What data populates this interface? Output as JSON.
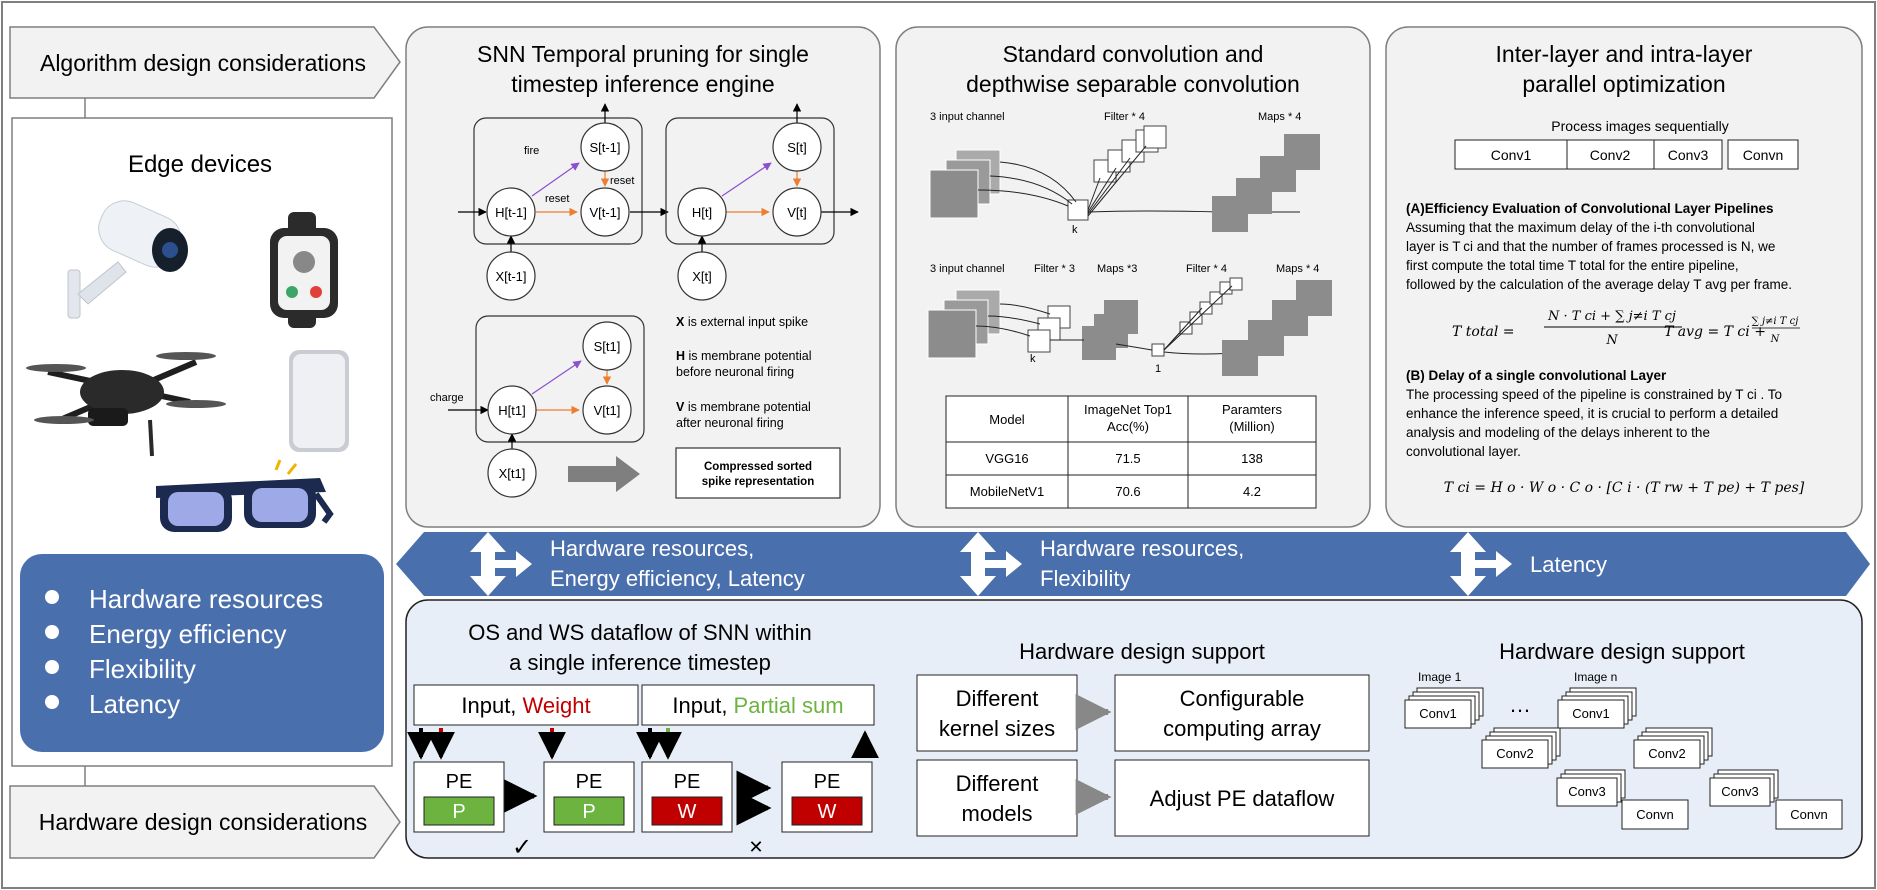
{
  "tags": {
    "algorithm": "Algorithm design considerations",
    "hardware": "Hardware design considerations"
  },
  "edge": {
    "title": "Edge devices",
    "bullets": [
      "Hardware resources",
      "Energy efficiency",
      "Flexibility",
      "Latency"
    ]
  },
  "snn": {
    "title_line1": "SNN Temporal pruning for single",
    "title_line2": "timestep inference engine",
    "nodes": {
      "s_prev": "S[t-1]",
      "h_prev": "H[t-1]",
      "v_prev": "V[t-1]",
      "x_prev": "X[t-1]",
      "s_t": "S[t]",
      "h_t": "H[t]",
      "v_t": "V[t]",
      "x_t": "X[t]",
      "s_1": "S[t1]",
      "h_1": "H[t1]",
      "v_1": "V[t1]",
      "x_1": "X[t1]"
    },
    "edge_labels": {
      "fire": "fire",
      "reset1": "reset",
      "reset2": "reset",
      "charge": "charge"
    },
    "legend": {
      "x_key": "X",
      "x_text": " is external input spike",
      "h_key": "H",
      "h_text1": " is membrane potential",
      "h_text2": "before neuronal firing",
      "v_key": "V",
      "v_text1": " is membrane potential",
      "v_text2": "after neuronal firing"
    },
    "compressed_line1": "Compressed sorted",
    "compressed_line2": "spike representation"
  },
  "conv": {
    "title_line1": "Standard convolution and",
    "title_line2": "depthwise separable convolution",
    "top_labels": {
      "input": "3 input channel",
      "filter": "Filter * 4",
      "maps": "Maps * 4",
      "k": "k"
    },
    "bottom_labels": {
      "input": "3 input channel",
      "filter3": "Filter * 3",
      "maps3": "Maps *3",
      "filter4": "Filter * 4",
      "maps4": "Maps * 4",
      "k": "k",
      "one": "1"
    },
    "table": {
      "headers": [
        "Model",
        "ImageNet Top1\nAcc(%)",
        "Paramters\n(Million)"
      ],
      "rows": [
        [
          "VGG16",
          "71.5",
          "138"
        ],
        [
          "MobileNetV1",
          "70.6",
          "4.2"
        ]
      ]
    }
  },
  "parallel": {
    "title_line1": "Inter-layer and intra-layer",
    "title_line2": "parallel optimization",
    "seq_title": "Process images sequentially",
    "seq_boxes": [
      "Conv1",
      "Conv2",
      "Conv3",
      "Convn"
    ],
    "a_title": "(A)Efficiency Evaluation of Convolutional Layer Pipelines",
    "a_lines": [
      "Assuming that the maximum delay of the i-th convolutional",
      "layer is T ci and that the number of frames processed is  N, we",
      "first compute the total time T total for the entire pipeline,",
      "followed by the calculation of the average delay T avg per frame."
    ],
    "formula_total": "T total =",
    "formula_total_num": "N · T ci + ∑ j≠i T cj",
    "formula_total_den": "N",
    "formula_avg": "T avg = T ci +",
    "formula_avg_num": "∑ j≠i T cj",
    "formula_avg_den": "N",
    "b_title": "(B) Delay of a single convolutional Layer",
    "b_lines": [
      "The processing speed of the pipeline is constrained by T ci . To",
      "enhance the inference speed, it is crucial to perform a detailed",
      "analysis and modeling of the delays inherent to the",
      "convolutional layer."
    ],
    "formula_ci": "T ci = H o · W o · C o · [C i · (T rw + T pe) + T pes]"
  },
  "band": {
    "item1_line1": "Hardware resources,",
    "item1_line2": "Energy efficiency, Latency",
    "item2_line1": "Hardware resources,",
    "item2_line2": "Flexibility",
    "item3": "Latency"
  },
  "dataflow": {
    "title_line1": "OS and WS dataflow of SNN within",
    "title_line2": "a single inference timestep",
    "box1_prefix": "Input, ",
    "box1_highlight": "Weight",
    "box2_prefix": "Input, ",
    "box2_highlight": "Partial sum",
    "pe_label": "PE",
    "p_label": "P",
    "w_label": "W",
    "check": "✓",
    "cross": "✕"
  },
  "hw_support_1": {
    "title": "Hardware design support",
    "left1_line1": "Different",
    "left1_line2": "kernel sizes",
    "right1_line1": "Configurable",
    "right1_line2": "computing array",
    "left2_line1": "Different",
    "left2_line2": "models",
    "right2": "Adjust PE dataflow"
  },
  "hw_support_2": {
    "title": "Hardware design support",
    "image1": "Image 1",
    "imagen": "Image n",
    "dots": "…",
    "layers": [
      "Conv1",
      "Conv2",
      "Conv3",
      "Convn"
    ]
  },
  "colors": {
    "blue": "#4a6fad",
    "green": "#6db33f",
    "red": "#c00000",
    "purple": "#8c4fd0",
    "orange": "#ed7d31"
  }
}
